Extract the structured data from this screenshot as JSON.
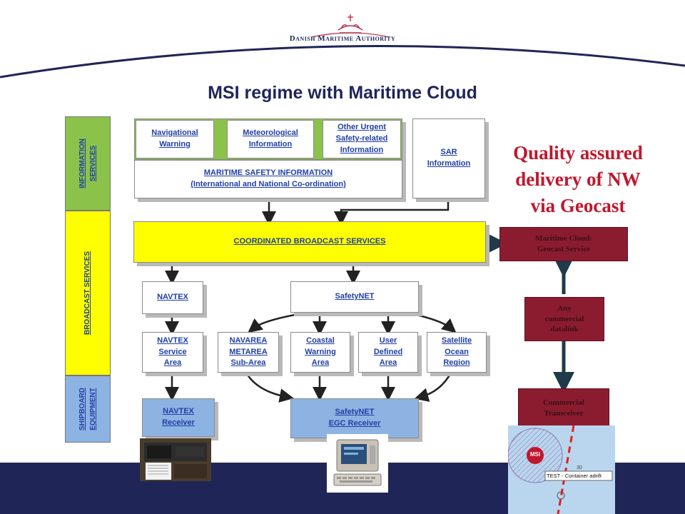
{
  "header": {
    "authority_name": "Danish Maritime Authority",
    "title": "MSI regime with Maritime Cloud"
  },
  "sidebar": {
    "information_services": "INFORMATION\nSERVICES",
    "broadcast_services": "BROADCAST SERVICES",
    "shipboard_equipment": "SHIPBOARD\nEQUIPMENT"
  },
  "diagram": {
    "navigational_warning": "Navigational\nWarning",
    "meteorological_information": "Meteorological\nInformation",
    "other_urgent": "Other Urgent\nSafety-related\nInformation",
    "sar_information": "SAR\nInformation",
    "maritime_safety_information": "MARITIME SAFETY INFORMATION\n(International and National Co-ordination)",
    "coordinated_broadcast": "COORDINATED BROADCAST SERVICES",
    "navtex": "NAVTEX",
    "safetynet": "SafetyNET",
    "navtex_service_area": "NAVTEX\nService\nArea",
    "navarea_metarea": "NAVAREA\nMETAREA\nSub-Area",
    "coastal_warning_area": "Coastal\nWarning\nArea",
    "user_defined_area": "User\nDefined\nArea",
    "satellite_ocean_region": "Satellite\nOcean\nRegion",
    "navtex_receiver": "NAVTEX\nReceiver",
    "safetynet_egc_receiver": "SafetyNET\nEGC Receiver"
  },
  "cloud": {
    "quality_text": "Quality assured\ndelivery of NW\nvia Geocast",
    "geocast_service": "Maritime Cloud:\nGeocast Service",
    "commercial_datalink": "Any\ncommercial\ndatalink",
    "commercial_transceiver": "Commercial\nTransceiver"
  },
  "map_inset": {
    "msi_label": "MSI",
    "depth_label": "30",
    "test_label": "TEST - Container adrift"
  },
  "colors": {
    "navy": "#1f2657",
    "link_blue": "#1f3fa5",
    "accent_red": "#c0172d",
    "cloud_maroon": "#8b1c2f",
    "msi_yellow": "#ffff00",
    "msi_green": "#8bc34a",
    "receiver_blue": "#8db3e2"
  }
}
